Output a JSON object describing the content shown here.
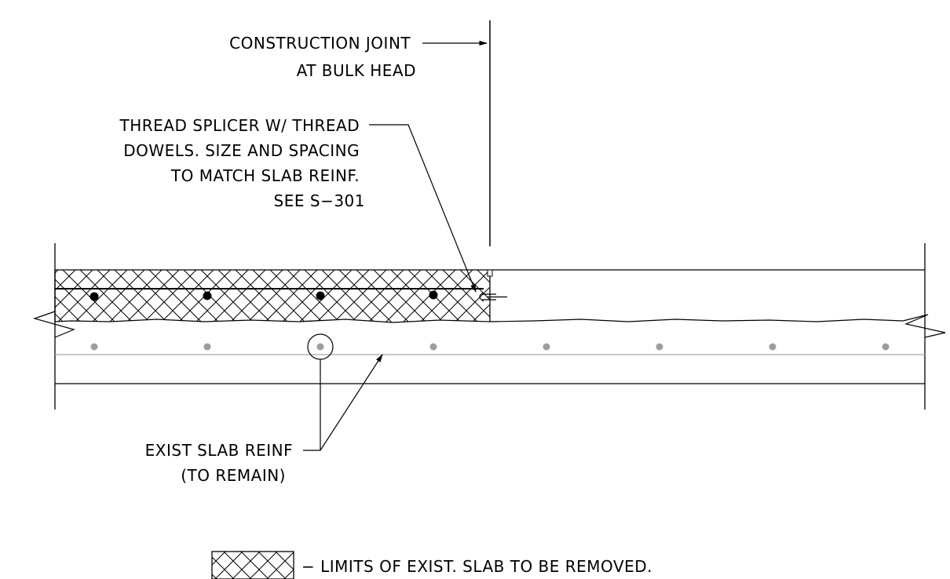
{
  "notes": {
    "construction_joint": [
      "CONSTRUCTION JOINT",
      "AT BULK HEAD"
    ],
    "thread_splicer": [
      "THREAD SPLICER W/ THREAD",
      "DOWELS. SIZE AND SPACING",
      "TO MATCH SLAB REINF.",
      "SEE S−301"
    ],
    "exist_reinf": [
      "EXIST SLAB REINF",
      "(TO REMAIN)"
    ]
  },
  "legend": {
    "label": "−  LIMITS OF EXIST. SLAB TO BE REMOVED."
  },
  "colors": {
    "line": "#000000",
    "existing_bar": "#9e9e9e",
    "existing_line": "#a8a8a8"
  }
}
